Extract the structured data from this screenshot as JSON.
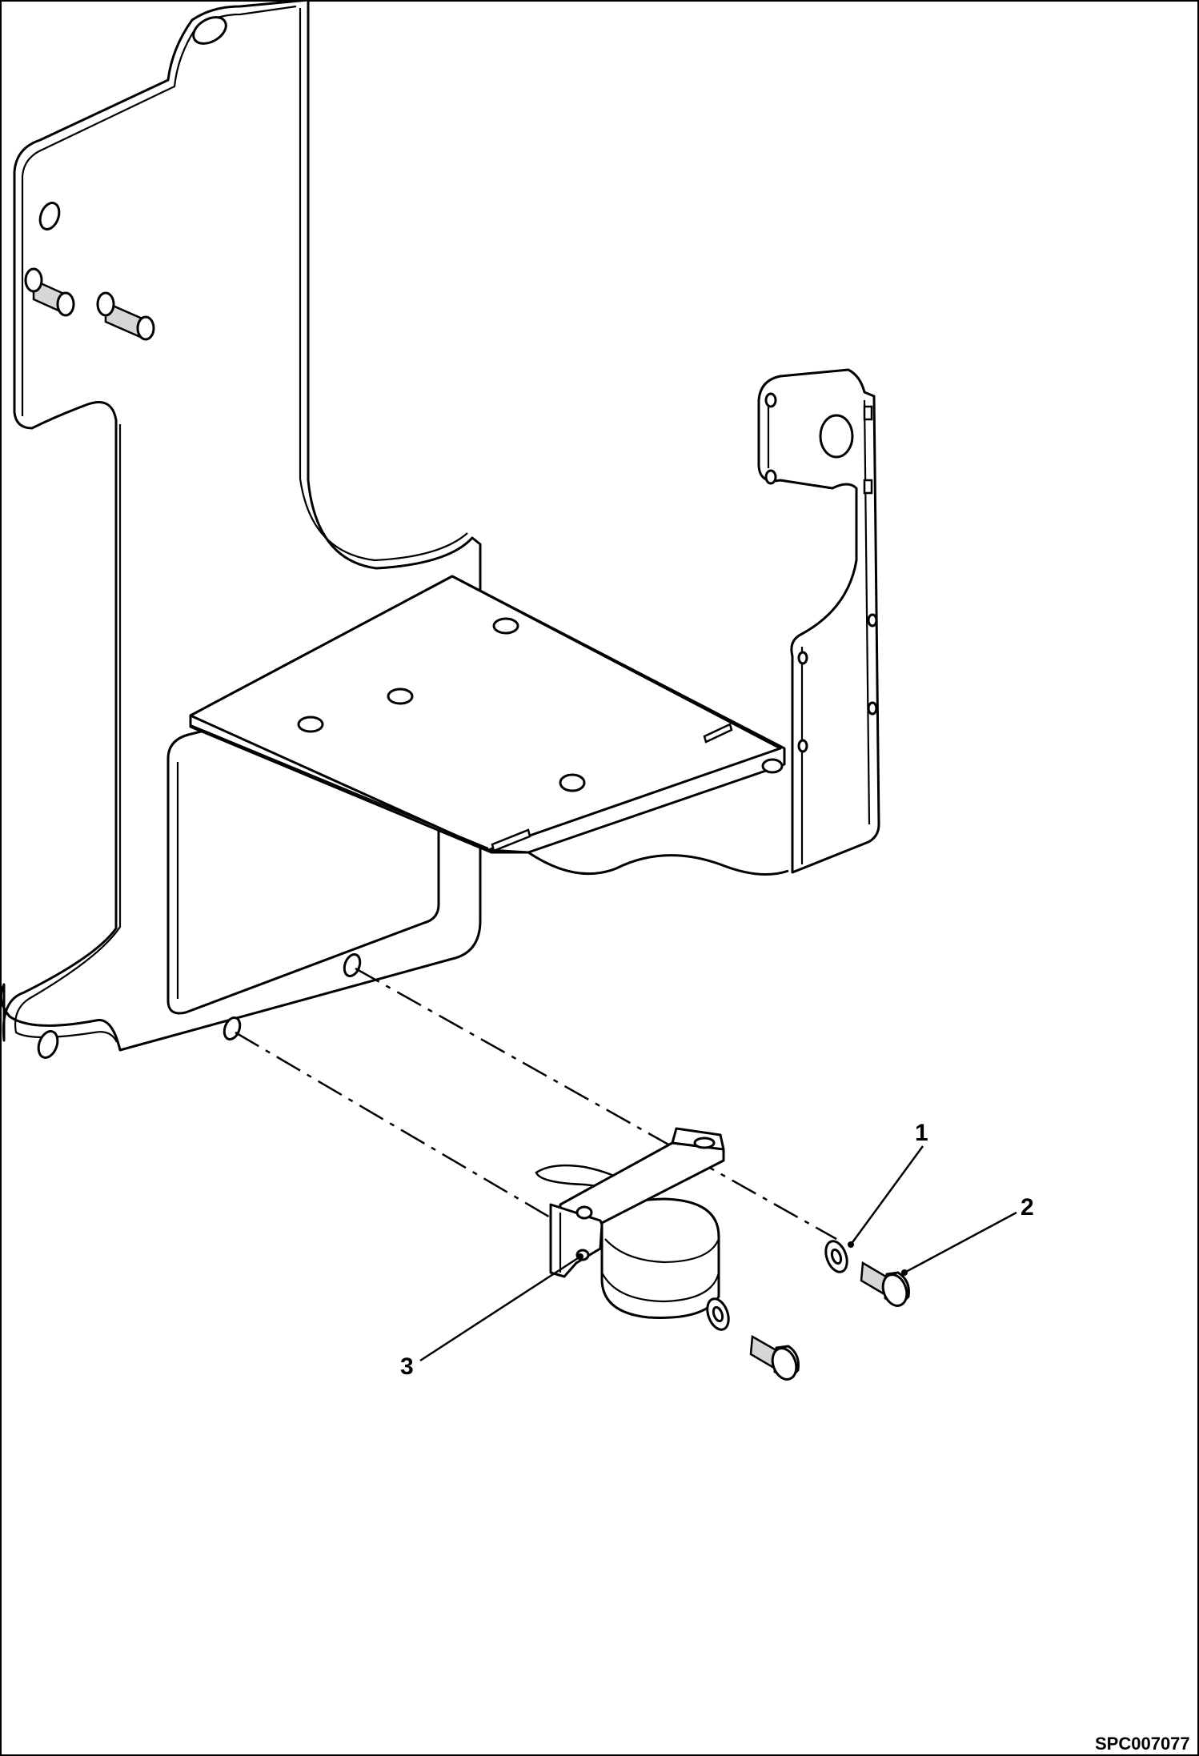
{
  "callouts": [
    {
      "id": "1",
      "label": "1"
    },
    {
      "id": "2",
      "label": "2"
    },
    {
      "id": "3",
      "label": "3"
    }
  ],
  "document_number": "SPC007077"
}
